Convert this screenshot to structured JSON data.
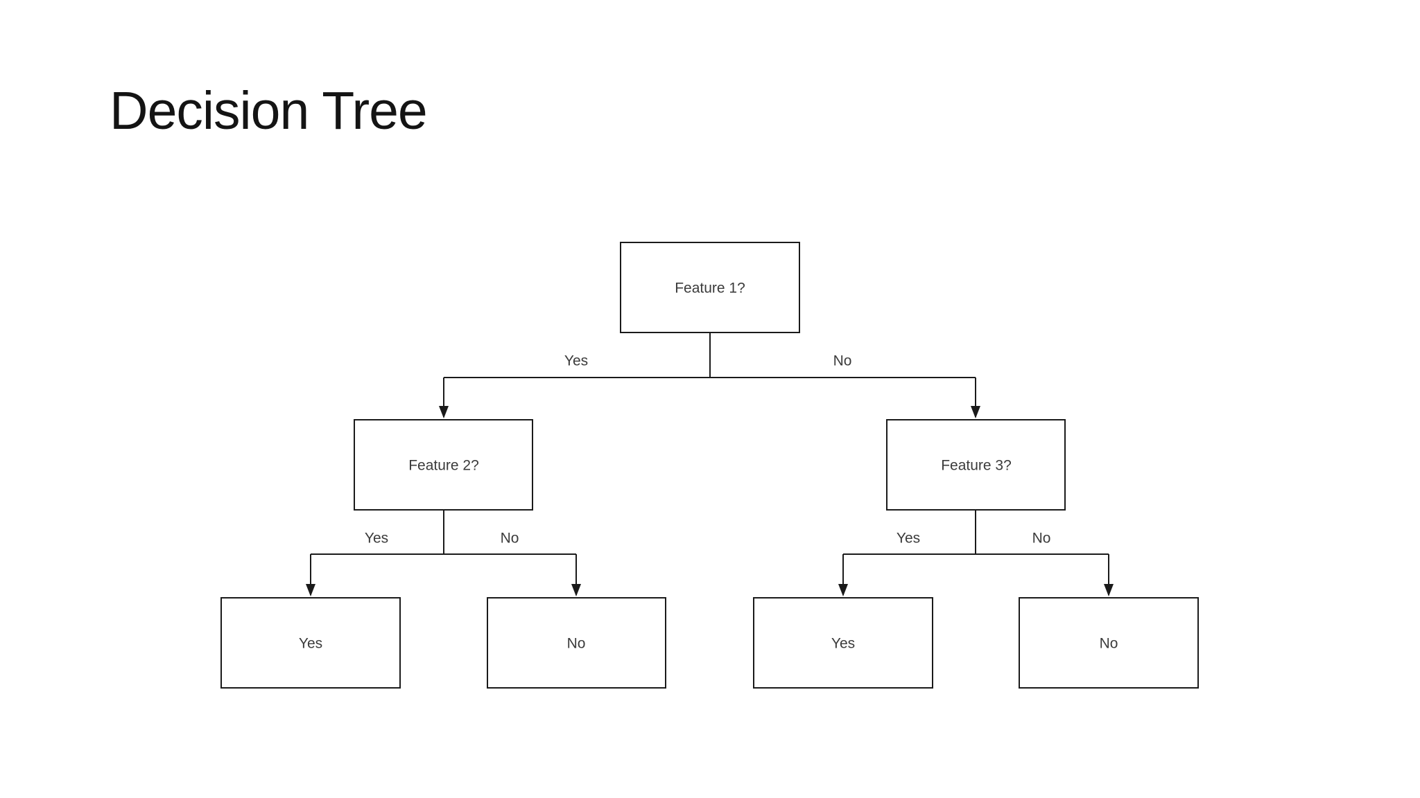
{
  "slide": {
    "title": "Decision Tree",
    "background_color": "#ffffff",
    "title_color": "#141414"
  },
  "diagram": {
    "type": "decision-tree-flowchart",
    "line_color": "#1a1a1a",
    "node_fill_color": "#ffffff",
    "label_color": "#3b3b3b",
    "nodes": {
      "root": {
        "label": "Feature 1?"
      },
      "left_child": {
        "label": "Feature 2?"
      },
      "right_child": {
        "label": "Feature 3?"
      },
      "leaf_left_yes": {
        "label": "Yes"
      },
      "leaf_left_no": {
        "label": "No"
      },
      "leaf_right_yes": {
        "label": "Yes"
      },
      "leaf_right_no": {
        "label": "No"
      }
    },
    "edges": {
      "root_yes": {
        "label": "Yes"
      },
      "root_no": {
        "label": "No"
      },
      "left_yes": {
        "label": "Yes"
      },
      "left_no": {
        "label": "No"
      },
      "right_yes": {
        "label": "Yes"
      },
      "right_no": {
        "label": "No"
      }
    }
  }
}
